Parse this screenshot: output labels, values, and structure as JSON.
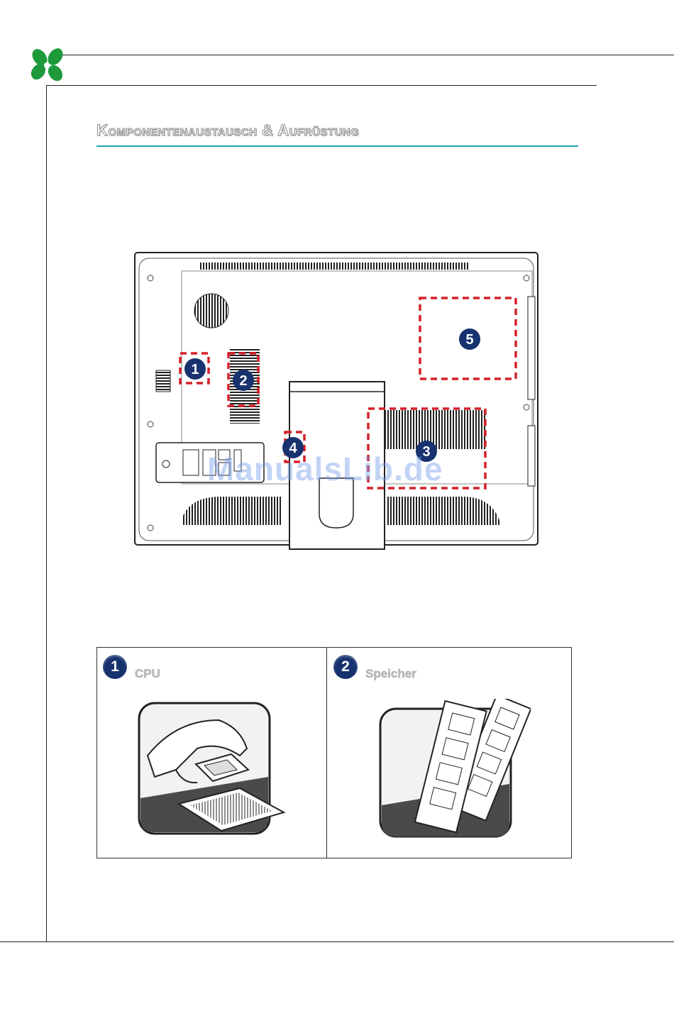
{
  "header": {
    "section_title": "Komponentenaustausch & Aufrüstung"
  },
  "diagram": {
    "markers": [
      {
        "number": "1"
      },
      {
        "number": "2"
      },
      {
        "number": "3"
      },
      {
        "number": "4"
      },
      {
        "number": "5"
      }
    ],
    "marker_color": "#d6202a",
    "badge_color": "#17326f"
  },
  "watermark": "ManualsLib.de",
  "legend": [
    {
      "number": "1",
      "label": "CPU",
      "icon": "cpu-install-icon"
    },
    {
      "number": "2",
      "label": "Speicher",
      "icon": "memory-module-icon"
    }
  ],
  "colors": {
    "accent_line": "#1aa6b8",
    "logo_green": "#1e9a3c"
  }
}
